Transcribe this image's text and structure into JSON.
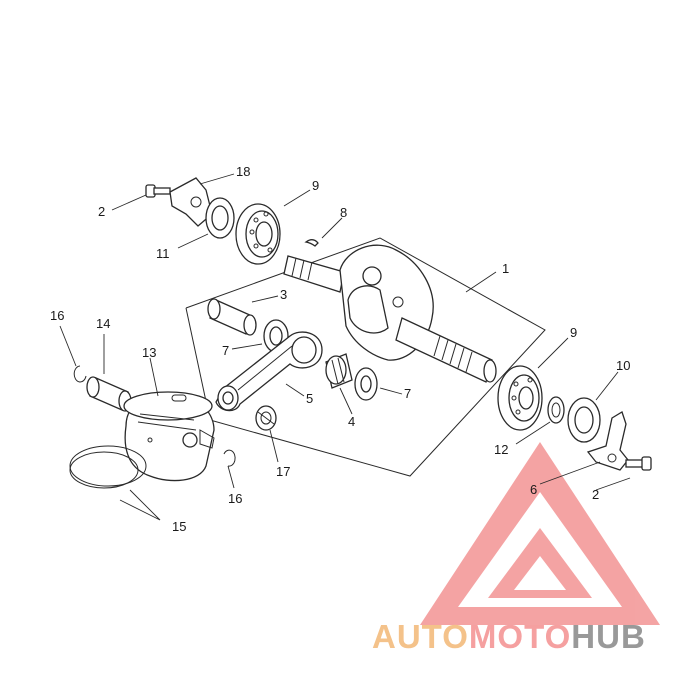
{
  "diagram": {
    "callouts": [
      {
        "id": "c1",
        "text": "1"
      },
      {
        "id": "c2a",
        "text": "2"
      },
      {
        "id": "c2b",
        "text": "2"
      },
      {
        "id": "c3",
        "text": "3"
      },
      {
        "id": "c4",
        "text": "4"
      },
      {
        "id": "c5",
        "text": "5"
      },
      {
        "id": "c6",
        "text": "6"
      },
      {
        "id": "c7a",
        "text": "7"
      },
      {
        "id": "c7b",
        "text": "7"
      },
      {
        "id": "c8",
        "text": "8"
      },
      {
        "id": "c9a",
        "text": "9"
      },
      {
        "id": "c9b",
        "text": "9"
      },
      {
        "id": "c10",
        "text": "10"
      },
      {
        "id": "c11",
        "text": "11"
      },
      {
        "id": "c12",
        "text": "12"
      },
      {
        "id": "c13",
        "text": "13"
      },
      {
        "id": "c14",
        "text": "14"
      },
      {
        "id": "c15",
        "text": "15"
      },
      {
        "id": "c16a",
        "text": "16"
      },
      {
        "id": "c16b",
        "text": "16"
      },
      {
        "id": "c17",
        "text": "17"
      },
      {
        "id": "c18",
        "text": "18"
      }
    ]
  },
  "watermark": {
    "part1": "AUTO",
    "part2": "MOTO",
    "part3": "HUB",
    "color_light": "#f4c28a",
    "color_pink": "#f5a0a0",
    "color_mid": "#999999"
  }
}
